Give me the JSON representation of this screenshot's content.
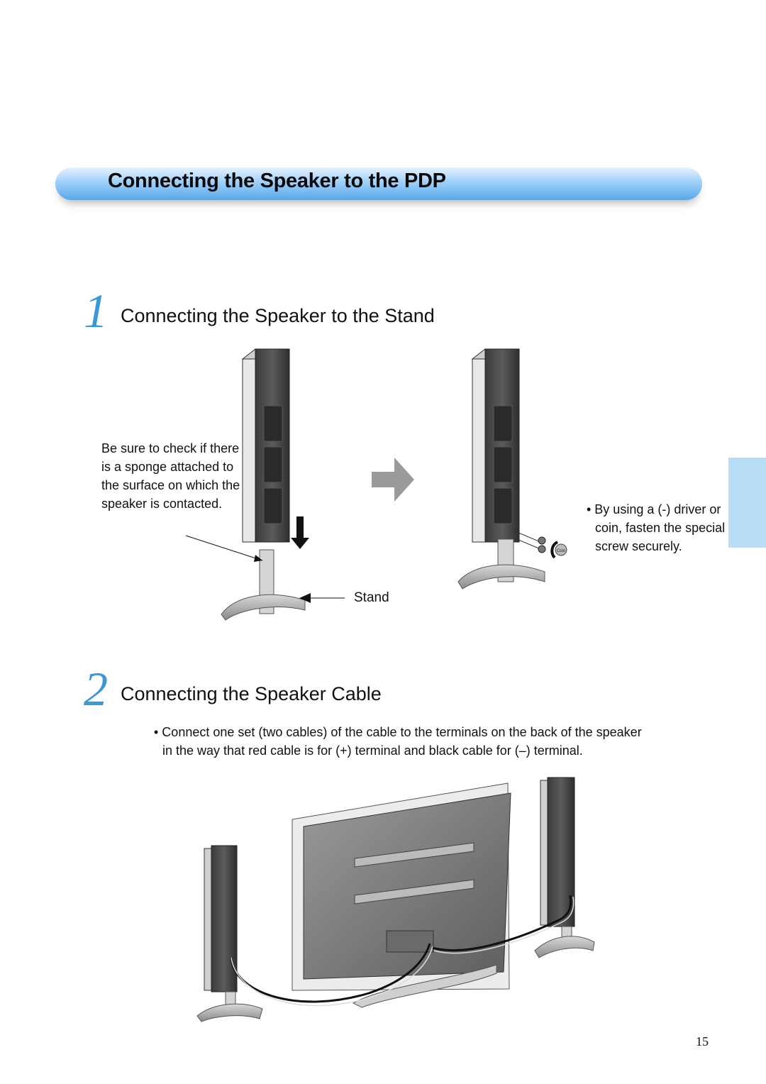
{
  "header": {
    "title": "Connecting the Speaker to the PDP"
  },
  "step1": {
    "number": "1",
    "title": "Connecting the Speaker to the Stand",
    "note": "Be sure to check if there is a sponge attached to the surface on which the speaker is contacted.",
    "stand_label": "Stand",
    "bullet": "• By using a (-) driver or coin, fasten the special screw securely.",
    "coin_label": "Coin"
  },
  "step2": {
    "number": "2",
    "title": "Connecting the Speaker Cable",
    "bullet": "• Connect one set (two cables) of the cable to the terminals on the back of the speaker in the way that red cable is for (+) terminal and black cable for (–) terminal."
  },
  "footer": {
    "page_number": "15"
  },
  "colors": {
    "banner_blue": "#56a8ec",
    "step_number_blue": "#3a98d8",
    "side_tab": "#b9ddf6"
  }
}
